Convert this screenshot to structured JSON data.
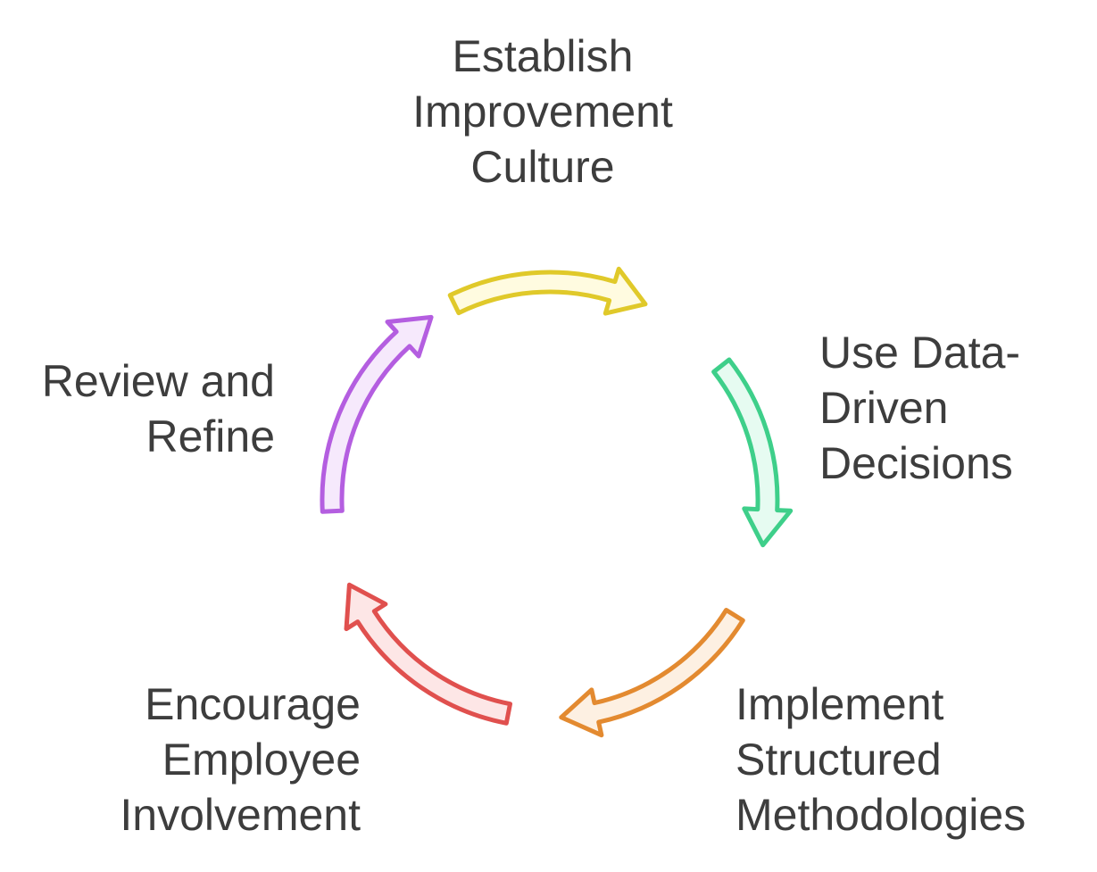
{
  "diagram": {
    "steps": [
      {
        "label": "Establish\nImprovement\nCulture",
        "stroke": "#e0c92a",
        "fill": "#fffbe0"
      },
      {
        "label": "Use Data-\nDriven\nDecisions",
        "stroke": "#3ecf8a",
        "fill": "#e6fbf1"
      },
      {
        "label": "Implement\nStructured\nMethodologies",
        "stroke": "#e38a30",
        "fill": "#fdf0e2"
      },
      {
        "label": "Encourage\nEmployee\nInvolvement",
        "stroke": "#e0504e",
        "fill": "#fde6e6"
      },
      {
        "label": "Review and\nRefine",
        "stroke": "#b45ee0",
        "fill": "#f6e9fc"
      }
    ]
  }
}
